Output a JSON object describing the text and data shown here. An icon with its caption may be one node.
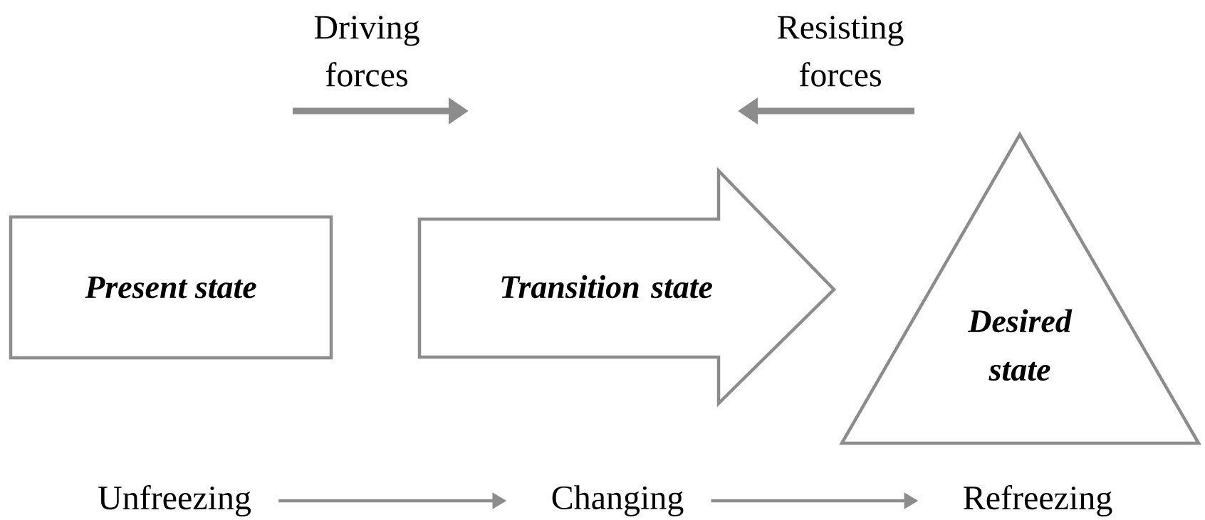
{
  "diagram": {
    "nodes": [
      {
        "text": [
          "Present state"
        ]
      },
      {
        "text": [
          "Transition state"
        ]
      },
      {
        "text": [
          "Desired state"
        ]
      },
      {
        "text": [
          "Unfreezing"
        ]
      },
      {
        "text": [
          "Changing"
        ]
      },
      {
        "text": [
          "Refreezing"
        ]
      }
    ],
    "edges": [
      {
        "from": 3,
        "to": 4,
        "arrow": "to"
      },
      {
        "from": 4,
        "to": 5,
        "arrow": "to"
      }
    ],
    "labels": [
      "Driving forces",
      "Resisting forces"
    ]
  }
}
